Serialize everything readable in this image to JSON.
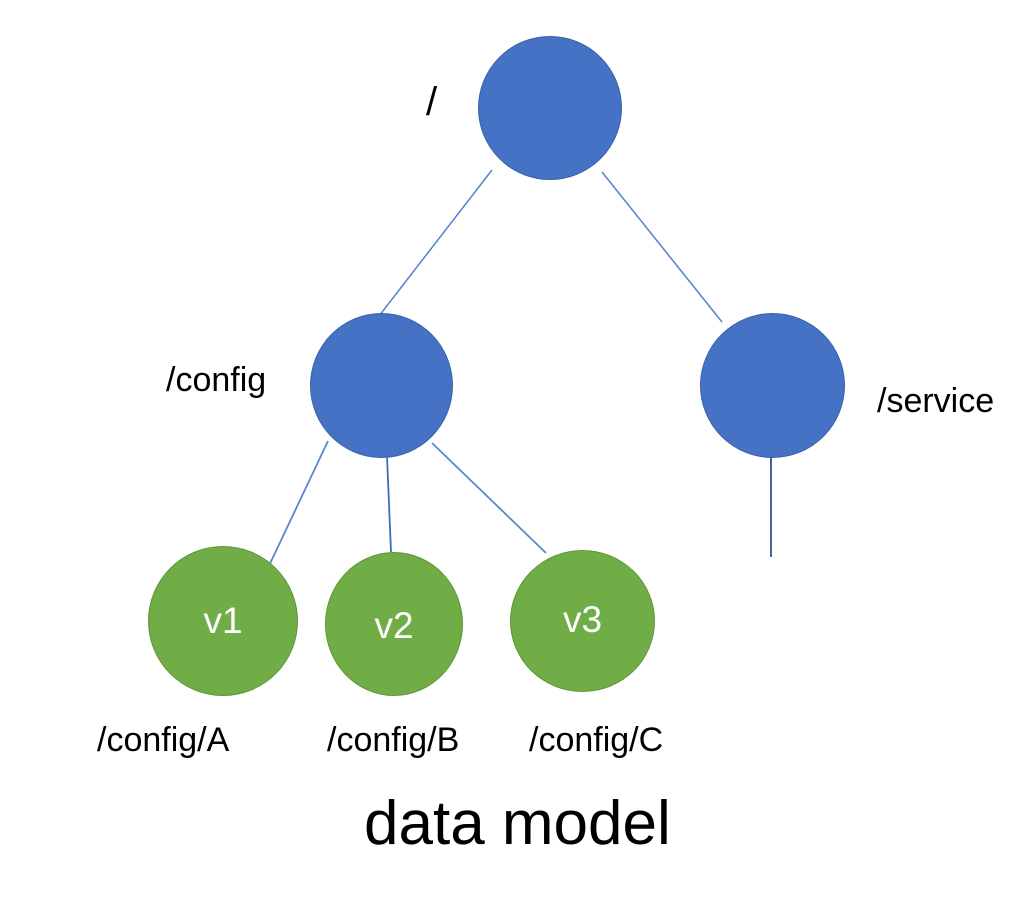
{
  "diagram": {
    "caption": "data model",
    "colors": {
      "node_blue": "#4572C4",
      "node_blue_border": "#3A62A8",
      "node_green": "#70AD47",
      "node_green_border": "#5F9537",
      "edge_blue": "#5B87D0",
      "edge_dark": "#2E5496",
      "node_text": "#FFFFFF",
      "label_text": "#000000",
      "background": "#FFFFFF"
    },
    "nodes": [
      {
        "id": "root",
        "inner_text": "",
        "external_label": "/",
        "shape": "circle",
        "fill": "blue"
      },
      {
        "id": "config",
        "inner_text": "",
        "external_label": "/config",
        "shape": "circle",
        "fill": "blue"
      },
      {
        "id": "service",
        "inner_text": "",
        "external_label": "/service",
        "shape": "circle",
        "fill": "blue"
      },
      {
        "id": "v1",
        "inner_text": "v1",
        "external_label": "/config/A",
        "shape": "circle",
        "fill": "green"
      },
      {
        "id": "v2",
        "inner_text": "v2",
        "external_label": "/config/B",
        "shape": "circle",
        "fill": "green"
      },
      {
        "id": "v3",
        "inner_text": "v3",
        "external_label": "/config/C",
        "shape": "circle",
        "fill": "green"
      }
    ],
    "edges": [
      {
        "from": "root",
        "to": "config"
      },
      {
        "from": "root",
        "to": "service"
      },
      {
        "from": "config",
        "to": "v1"
      },
      {
        "from": "config",
        "to": "v2"
      },
      {
        "from": "config",
        "to": "v3"
      },
      {
        "from": "service",
        "to": null
      }
    ]
  }
}
